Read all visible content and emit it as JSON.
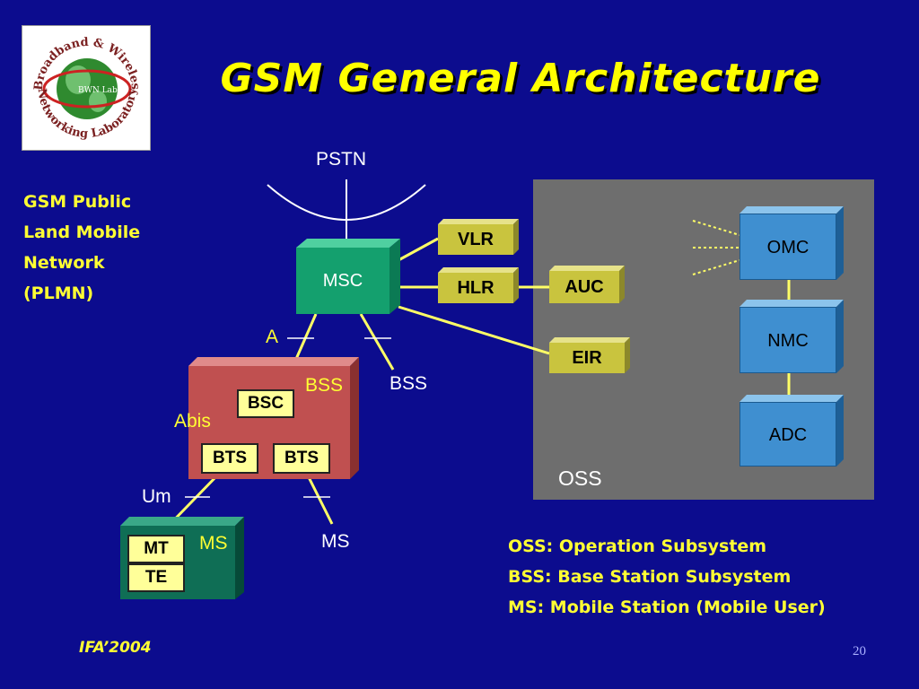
{
  "slide": {
    "title": "GSM General Architecture",
    "footer": "IFA’2004",
    "page_number": "20"
  },
  "logo": {
    "top_text": "Broadband & Wireless",
    "bottom_text": "Networking Laboratory",
    "center_text": "BWN Lab"
  },
  "plmn_label": [
    "GSM Public",
    "Land Mobile",
    "Network",
    "(PLMN)"
  ],
  "diagram": {
    "pstn": "PSTN",
    "msc": "MSC",
    "vlr": "VLR",
    "hlr": "HLR",
    "auc": "AUC",
    "eir": "EIR",
    "a_interface": "A",
    "bss_inner": "BSS",
    "bss_outer": "BSS",
    "bsc": "BSC",
    "abis": "Abis",
    "bts_1": "BTS",
    "bts_2": "BTS",
    "um": "Um",
    "mt": "MT",
    "te": "TE",
    "ms_inner": "MS",
    "ms_outer": "MS",
    "omc": "OMC",
    "nmc": "NMC",
    "adc": "ADC",
    "oss": "OSS"
  },
  "legend": [
    "OSS: Operation Subsystem",
    "BSS: Base Station Subsystem",
    "MS: Mobile Station (Mobile User)"
  ],
  "colors": {
    "background": "#0c0c8e",
    "title": "#ffff00",
    "msc": "#14a06e",
    "bss": "#c05050",
    "ms": "#0f6e55",
    "oss_panel": "#6e6e6e",
    "oss_boxes": "#3f8fd0",
    "db_boxes": "#c9c43e",
    "links": "#ffff66"
  }
}
